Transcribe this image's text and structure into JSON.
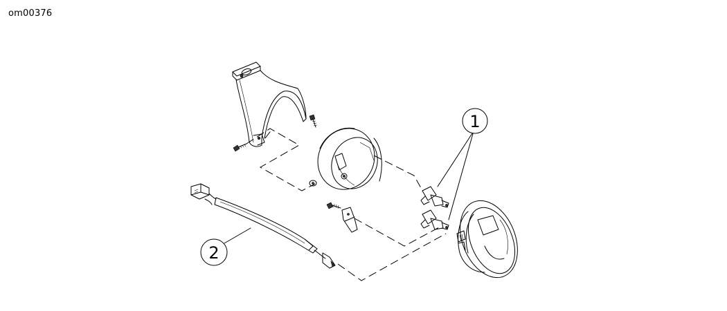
{
  "figure_id": "om00376",
  "callouts": [
    {
      "number": "1"
    },
    {
      "number": "2"
    }
  ]
}
